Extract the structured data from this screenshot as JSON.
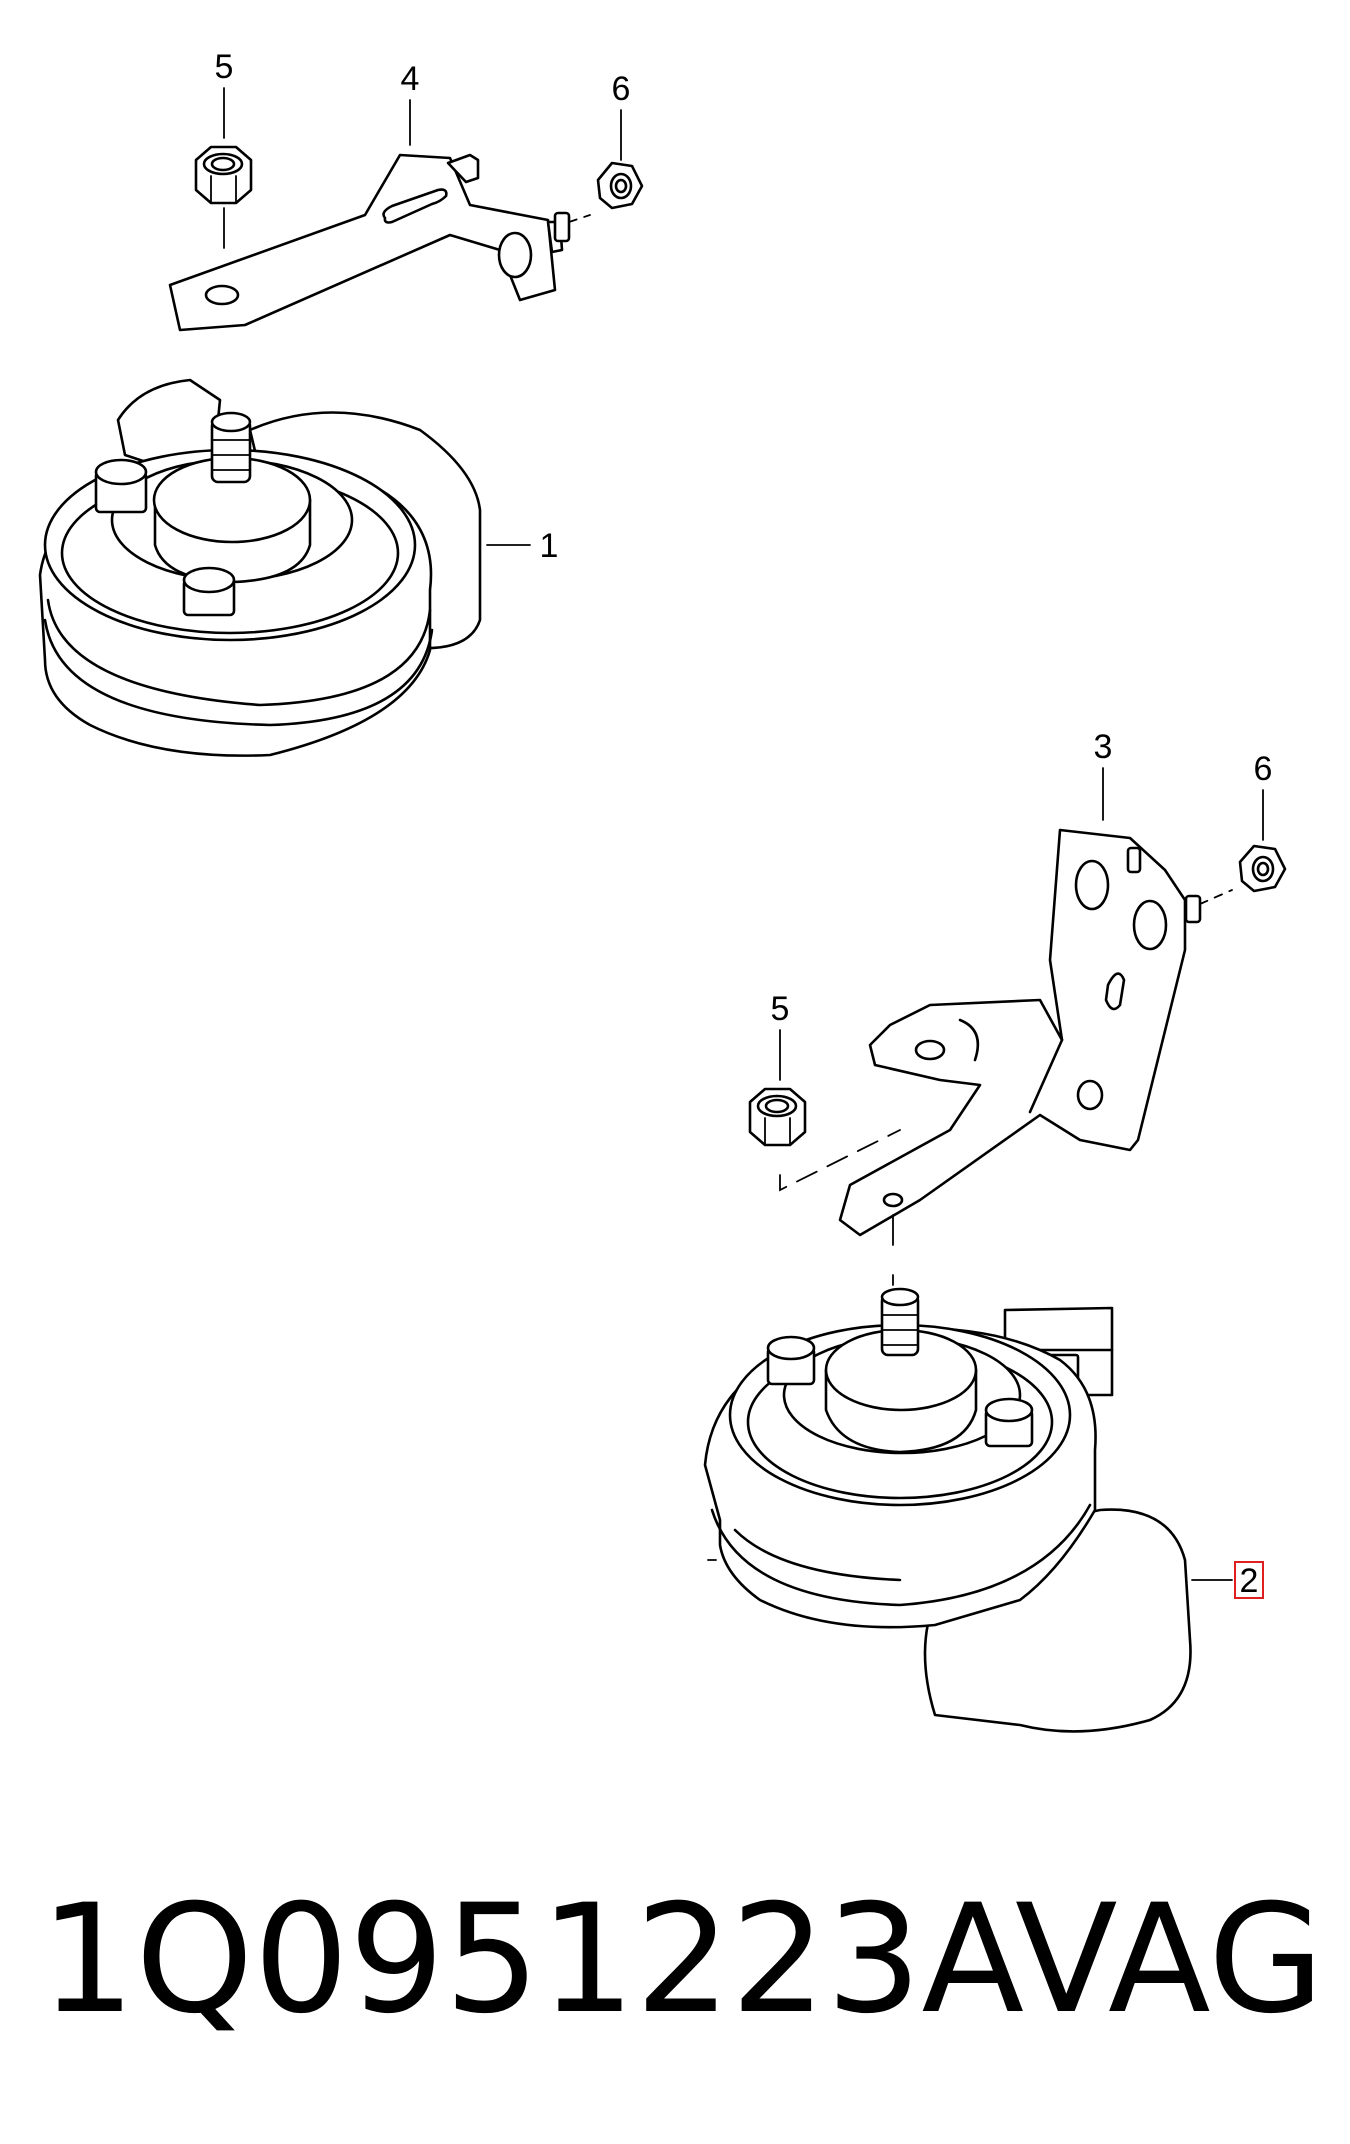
{
  "callouts": {
    "c1": "1",
    "c2": "2",
    "c3": "3",
    "c4": "4",
    "c5_top": "5",
    "c5_bottom": "5",
    "c6_top": "6",
    "c6_bottom": "6"
  },
  "highlighted_callout": "2",
  "footer": {
    "part_number": "1Q0951223A",
    "brand": "VAG"
  },
  "colors": {
    "line": "#000000",
    "highlight": "#e02020",
    "background": "#ffffff"
  }
}
